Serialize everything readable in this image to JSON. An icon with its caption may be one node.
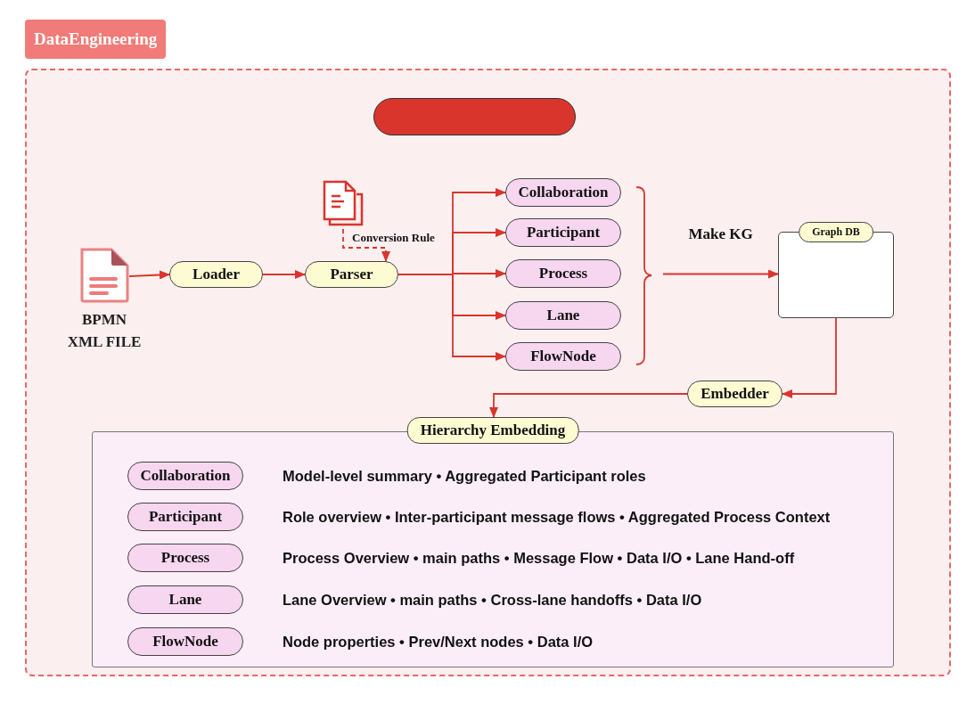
{
  "diagram": {
    "nodes": [
      {
        "text": [
          "DataEngineering"
        ]
      },
      {
        "text": [],
        "shape": "box",
        "in": 0
      },
      {
        "text": [
          "BPMN XML FILE"
        ],
        "in": 0
      },
      {
        "text": [
          "Loader"
        ],
        "in": 0
      },
      {
        "text": [
          "Parser"
        ],
        "in": 0
      },
      {
        "text": [],
        "shape": "picture",
        "in": 0
      },
      {
        "text": [
          "Collaboration"
        ],
        "in": 0
      },
      {
        "text": [
          "Participant"
        ],
        "in": 0
      },
      {
        "text": [
          "Process"
        ],
        "in": 0
      },
      {
        "text": [
          "Lane"
        ],
        "in": 0
      },
      {
        "text": [
          "FlowNode"
        ],
        "in": 0
      },
      {
        "text": [
          "Graph DB"
        ],
        "in": 0
      },
      {
        "text": [
          "Embedder"
        ],
        "in": 0
      },
      {
        "text": [
          "Hierarchy Embedding"
        ],
        "in": 0
      },
      {
        "text": [
          "Collaboration"
        ],
        "in": 13,
        "beside": [
          "Model-level summary • Aggregated Participant roles"
        ]
      },
      {
        "text": [
          "Participant"
        ],
        "in": 13,
        "beside": [
          "Role overview • Inter-participant message flows • Aggregated Process Context"
        ]
      },
      {
        "text": [
          "Process"
        ],
        "in": 13,
        "beside": [
          "Process Overview • main paths • Message Flow • Data I/O • Lane Hand-off"
        ]
      },
      {
        "text": [
          "Lane"
        ],
        "in": 13,
        "beside": [
          "Lane Overview • main paths • Cross-lane handoffs • Data I/O"
        ]
      },
      {
        "text": [
          "FlowNode"
        ],
        "in": 13,
        "beside": [
          "Node properties • Prev/Next nodes • Data I/O"
        ]
      }
    ],
    "edges": [
      {
        "from": 2,
        "to": 3,
        "arrow": "to"
      },
      {
        "from": 3,
        "to": 4,
        "arrow": "to"
      },
      {
        "from": 4,
        "to": 6,
        "arrow": "to"
      },
      {
        "from": 4,
        "to": 7,
        "arrow": "to"
      },
      {
        "from": 4,
        "to": 8,
        "arrow": "to"
      },
      {
        "from": 4,
        "to": 9,
        "arrow": "to"
      },
      {
        "from": 4,
        "to": 10,
        "arrow": "to"
      },
      {
        "from": 5,
        "to": 4,
        "arrow": "to",
        "label": "Conversion Rule",
        "style": "dashed"
      },
      {
        "from": null,
        "to": 11,
        "arrow": "to",
        "label": "Make KG"
      },
      {
        "from": 11,
        "to": 12,
        "arrow": "to"
      },
      {
        "from": 12,
        "to": 13,
        "arrow": "to"
      }
    ]
  }
}
